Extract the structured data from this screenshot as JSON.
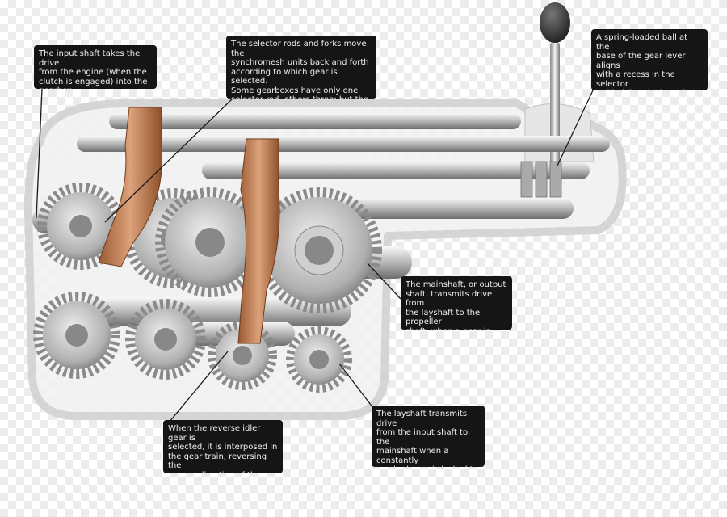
{
  "diagram": {
    "callouts": [
      {
        "id": "input-shaft",
        "text": "The input shaft takes the drive\nfrom the engine (when the\nclutch is engaged) into the\ngearbox."
      },
      {
        "id": "selector-rods",
        "text": "The selector rods and forks move the\nsynchromesh units back and forth\naccording to which gear is selected.\nSome gearboxes have only one\nselector rod, others three; but the\nprinciple is the same."
      },
      {
        "id": "spring-ball",
        "text": "A spring-loaded ball at the\nbase of the gear lever aligns\nwith a recess in the selector\nrod holding the lever in\nposition until the driver\nchanges gears."
      },
      {
        "id": "mainshaft",
        "text": "The mainshaft, or output\nshaft, transmits drive from\nthe layshaft to the propeller\nshaft, when a gear is\nselected."
      },
      {
        "id": "reverse-idler",
        "text": "When the reverse idler gear is\nselected, it is interposed in\nthe gear train, reversing the\nnormal direction of the\nmainshaft."
      },
      {
        "id": "layshaft",
        "text": "The layshaft transmits drive\nfrom the input shaft to the\nmainshaft when a constantly\nmeshed gear is locked to the\nmainshaft by means of a\nsplined mesh."
      }
    ]
  },
  "colors": {
    "callout_bg": "#151515",
    "callout_text": "#f0f0f0",
    "steel": "#c7c7c7",
    "fork_copper": "#c8875a",
    "housing": "#eeeeee"
  }
}
